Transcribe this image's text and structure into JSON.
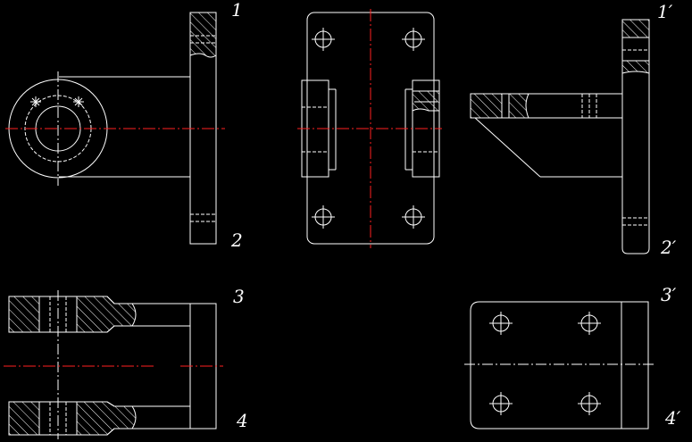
{
  "labels": {
    "l1": "1",
    "l2": "2",
    "l3": "3",
    "l4": "4",
    "l1p": "1′",
    "l2p": "2′",
    "l3p": "3′",
    "l4p": "4′"
  },
  "colors": {
    "background": "#000000",
    "line": "#ffffff",
    "centerline": "#ff2020"
  }
}
